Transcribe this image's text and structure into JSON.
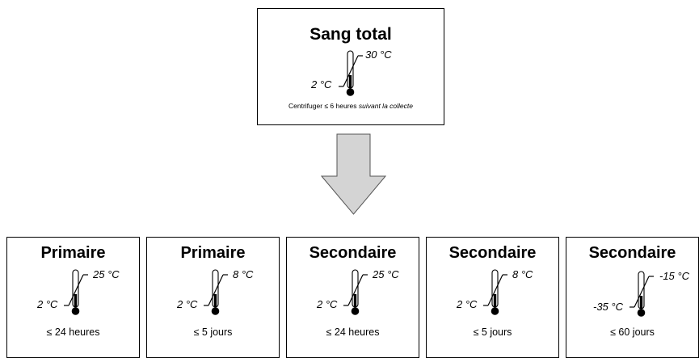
{
  "top_box": {
    "title": "Sang total",
    "temp_high": "30 °C",
    "temp_low": "2 °C",
    "note_prefix": "Centrifuger ≤ 6 heures ",
    "note_italic": "suivant la collecte"
  },
  "bottom_boxes": [
    {
      "title": "Primaire",
      "temp_high": "25 °C",
      "temp_low": "2 °C",
      "duration": "≤ 24 heures"
    },
    {
      "title": "Primaire",
      "temp_high": "8 °C",
      "temp_low": "2 °C",
      "duration": "≤ 5 jours"
    },
    {
      "title": "Secondaire",
      "temp_high": "25 °C",
      "temp_low": "2 °C",
      "duration": "≤ 24 heures"
    },
    {
      "title": "Secondaire",
      "temp_high": "8 °C",
      "temp_low": "2 °C",
      "duration": "≤ 5 jours"
    },
    {
      "title": "Secondaire",
      "temp_high": "-15 °C",
      "temp_low": "-35 °C",
      "duration": "≤ 60 jours"
    }
  ],
  "colors": {
    "arrow_fill": "#d4d4d4",
    "border": "#000000"
  }
}
